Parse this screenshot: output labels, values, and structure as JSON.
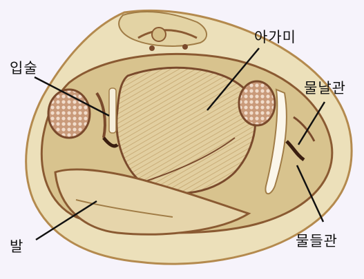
{
  "labels": {
    "lips": "입술",
    "gill": "아가미",
    "excurrent_siphon": "물날관",
    "incurrent_siphon": "물들관",
    "foot": "발"
  },
  "colors": {
    "background": "#f6f3fb",
    "shell_rim": "#ece0ba",
    "shell_inner": "#d8c38e",
    "tissue_dark": "#7a4a2c",
    "muscle": "#c99a7a",
    "leader_line": "#111111"
  }
}
